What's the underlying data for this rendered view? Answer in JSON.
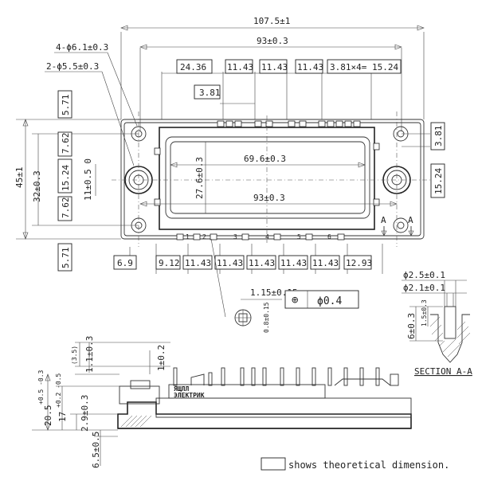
{
  "top_view": {
    "dim_overall_width": "107.5±1",
    "dim_hole_pitch": "93±0.3",
    "dim_hole_dia_4": "4-ϕ6.1±0.3",
    "dim_hole_dia_2": "2-ϕ5.5±0.3",
    "dim_pin_first": "24.36",
    "dim_pin_pitch": "11.43",
    "dim_pin_group": "3.81×4= 15.24",
    "dim_pin_small": "3.81",
    "dim_inner_width": "69.6±0.3",
    "dim_inner_height": "27.6±0.3",
    "dim_body_pitch": "93±0.3",
    "dim_height_total": "45±1",
    "dim_height_holes": "32±0.3",
    "dim_center": "11±0.5 0",
    "dim_left_571_top": "5.71",
    "dim_left_762_top": "7.62",
    "dim_left_1524": "15.24",
    "dim_left_762_bottom": "7.62",
    "dim_left_571_bottom": "5.71",
    "dim_right_381": "3.81",
    "dim_right_1524": "15.24",
    "bottom_pins": [
      "6.9",
      "9.12",
      "11.43",
      "11.43",
      "11.43",
      "11.43",
      "11.43",
      "12.93"
    ],
    "pin_numbers": [
      "1",
      "2",
      "3",
      "4",
      "5",
      "6"
    ],
    "section_marker": "A",
    "pin_pos_tol_value": "ϕ0.4",
    "pin_pos_offset": "1.15±0.15",
    "pin_pos_offset_v": "0.8±0.15",
    "position_symbol": "⊕"
  },
  "section": {
    "title": "SECTION A-A",
    "dia_outer": "ϕ2.5±0.1",
    "dia_inner": "ϕ2.1±0.1",
    "depth": "6±0.3",
    "depth_inner": "1.5±0.3"
  },
  "side_view": {
    "height_total": "20.5",
    "height_total_tol": "+0.5 -0.3",
    "height_body": "17",
    "height_body_tol": "+0.2 -0.5",
    "height_base": "2.9±0.3",
    "height_flange": "6.5±0.5",
    "pin_tip": "(3.5)",
    "pin_len": "1.1±0.3",
    "pin_above": "1±0.2",
    "label_line1": "ЯЩЛЛ",
    "label_line2": "ЭЛЕКТРИК"
  },
  "legend": {
    "text": "shows theoretical dimension."
  }
}
